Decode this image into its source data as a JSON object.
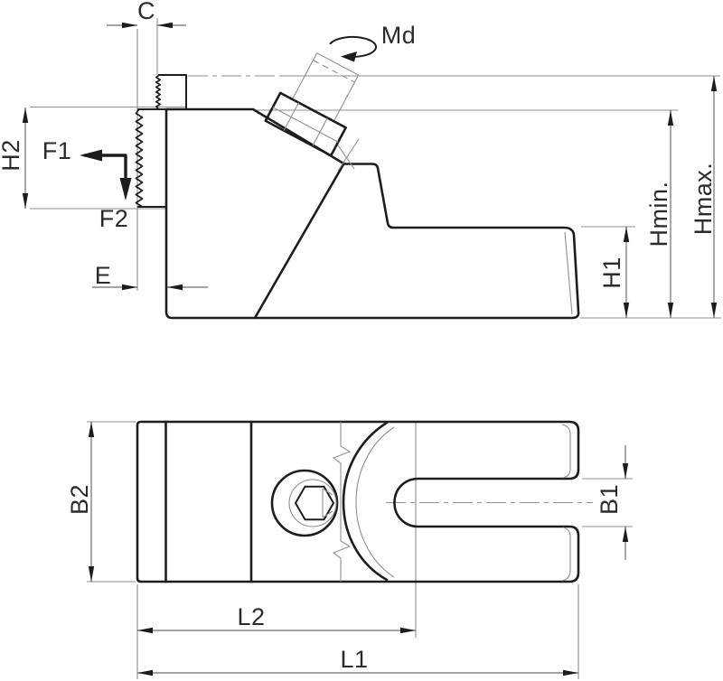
{
  "drawing": {
    "type": "technical-drawing",
    "description": "two-view dimensioned engineering drawing of a clamping element with angled spindle",
    "views": {
      "side_view": {
        "name": "side view",
        "dimension_labels": [
          "C",
          "H2",
          "E",
          "H1",
          "Hmin.",
          "Hmax."
        ],
        "force_labels": [
          "F1",
          "F2"
        ],
        "torque_label": "Md"
      },
      "top_view": {
        "name": "top view",
        "dimension_labels": [
          "B2",
          "B1",
          "L2",
          "L1"
        ]
      }
    },
    "labels": {
      "c": "C",
      "md": "Md",
      "h2": "H2",
      "f1": "F1",
      "f2": "F2",
      "e": "E",
      "h1": "H1",
      "hmin": "Hmin.",
      "hmax": "Hmax.",
      "b2": "B2",
      "b1": "B1",
      "l2": "L2",
      "l1": "L1"
    },
    "colors": {
      "background": "#ffffff",
      "outline": "#1d1d1d",
      "thin_line": "#8f8f8f",
      "dimension_line": "#6e6e6e",
      "text": "#2b2b2b"
    }
  }
}
